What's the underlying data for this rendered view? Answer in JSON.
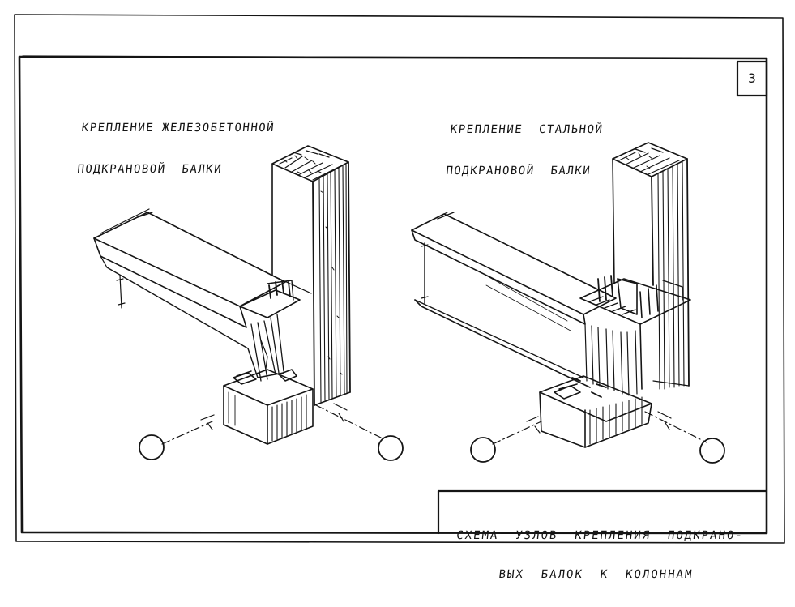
{
  "sheet": {
    "number": "3"
  },
  "titles": {
    "left_line1": "КРЕПЛЕНИЕ ЖЕЛЕЗОБЕТОННОЙ",
    "left_line2": "ПОДКРАНОВОЙ  БАЛКИ",
    "right_line1": "КРЕПЛЕНИЕ  СТАЛЬНОЙ",
    "right_line2": "ПОДКРАНОВОЙ  БАЛКИ"
  },
  "stamp": {
    "line1": "СХЕМА  УЗЛОВ  КРЕПЛЕНИЯ  ПОДКРАНО-",
    "line2": "ВЫХ  БАЛОК  К  КОЛОННАМ"
  },
  "colors": {
    "ink": "#151515",
    "paper": "#ffffff"
  }
}
